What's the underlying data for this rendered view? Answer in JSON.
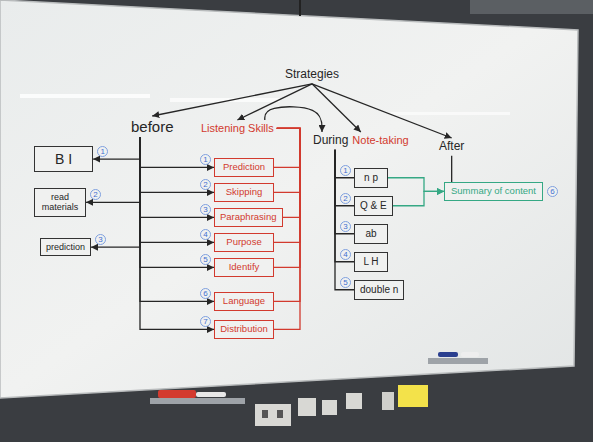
{
  "diagram": {
    "nodes": [
      {
        "text": [
          "Strategies"
        ]
      },
      {
        "text": [
          "before"
        ]
      },
      {
        "text": [
          "Listening Skills"
        ]
      },
      {
        "text": [
          "During",
          "Note-taking"
        ]
      },
      {
        "text": [
          "After"
        ]
      },
      {
        "text": [
          "B I"
        ]
      },
      {
        "text": [
          "read materials"
        ]
      },
      {
        "text": [
          "prediction"
        ]
      },
      {
        "text": [
          "Prediction"
        ]
      },
      {
        "text": [
          "Skipping"
        ]
      },
      {
        "text": [
          "Paraphrasing"
        ]
      },
      {
        "text": [
          "Purpose"
        ]
      },
      {
        "text": [
          "Identify"
        ]
      },
      {
        "text": [
          "Language"
        ]
      },
      {
        "text": [
          "Distribution"
        ]
      },
      {
        "text": [
          "n p"
        ]
      },
      {
        "text": [
          "Q & E"
        ]
      },
      {
        "text": [
          "ab"
        ]
      },
      {
        "text": [
          "L H"
        ]
      },
      {
        "text": [
          "double n"
        ]
      },
      {
        "text": [
          "Summary of content"
        ]
      }
    ],
    "edges": [
      {
        "from": 0,
        "to": 1,
        "arrow": "to"
      },
      {
        "from": 0,
        "to": 2,
        "arrow": "to"
      },
      {
        "from": 0,
        "to": 3,
        "arrow": "to"
      },
      {
        "from": 0,
        "to": 4,
        "arrow": "to"
      },
      {
        "from": 1,
        "to": 5,
        "arrow": "to"
      },
      {
        "from": 1,
        "to": 6,
        "arrow": "to"
      },
      {
        "from": 1,
        "to": 7,
        "arrow": "to"
      },
      {
        "from": 1,
        "to": 8,
        "arrow": "to"
      },
      {
        "from": 1,
        "to": 9,
        "arrow": "to"
      },
      {
        "from": 1,
        "to": 10,
        "arrow": "to"
      },
      {
        "from": 1,
        "to": 11,
        "arrow": "to"
      },
      {
        "from": 1,
        "to": 12,
        "arrow": "to"
      },
      {
        "from": 1,
        "to": 13,
        "arrow": "to"
      },
      {
        "from": 1,
        "to": 14,
        "arrow": "to"
      },
      {
        "from": 2,
        "to": 8,
        "arrow": "none"
      },
      {
        "from": 2,
        "to": 9,
        "arrow": "none"
      },
      {
        "from": 2,
        "to": 10,
        "arrow": "none"
      },
      {
        "from": 2,
        "to": 11,
        "arrow": "none"
      },
      {
        "from": 2,
        "to": 12,
        "arrow": "none"
      },
      {
        "from": 2,
        "to": 13,
        "arrow": "none"
      },
      {
        "from": 2,
        "to": 14,
        "arrow": "none"
      },
      {
        "from": 2,
        "to": 3,
        "arrow": "to"
      },
      {
        "from": 3,
        "to": 15,
        "arrow": "none"
      },
      {
        "from": 3,
        "to": 16,
        "arrow": "none"
      },
      {
        "from": 3,
        "to": 17,
        "arrow": "none"
      },
      {
        "from": 3,
        "to": 18,
        "arrow": "none"
      },
      {
        "from": 3,
        "to": 19,
        "arrow": "none"
      },
      {
        "from": 15,
        "to": 20,
        "arrow": "to"
      },
      {
        "from": 16,
        "to": 20,
        "arrow": "to"
      },
      {
        "from": 4,
        "to": 20,
        "arrow": "none"
      }
    ],
    "labels": [
      "1",
      "2",
      "3",
      "1",
      "2",
      "3",
      "4",
      "5",
      "6",
      "7",
      "1",
      "2",
      "3",
      "4",
      "5",
      "6"
    ]
  }
}
